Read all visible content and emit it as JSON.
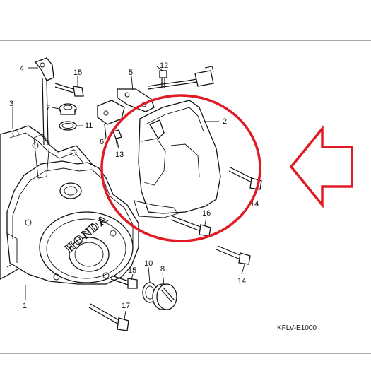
{
  "diagram": {
    "brand_mark": "HONDA",
    "drawing_code": "KFLV-E1000",
    "callouts": {
      "c1": "1",
      "c2": "2",
      "c3": "3",
      "c4": "4",
      "c5": "5",
      "c6": "6",
      "c7": "7",
      "c8": "8",
      "c10": "10",
      "c11": "11",
      "c12": "12",
      "c13": "13",
      "c14a": "14",
      "c14b": "14",
      "c15a": "15",
      "c15b": "15",
      "c16": "16",
      "c17": "17"
    },
    "highlight_color": "#e01b24",
    "line_color": "#111111"
  }
}
